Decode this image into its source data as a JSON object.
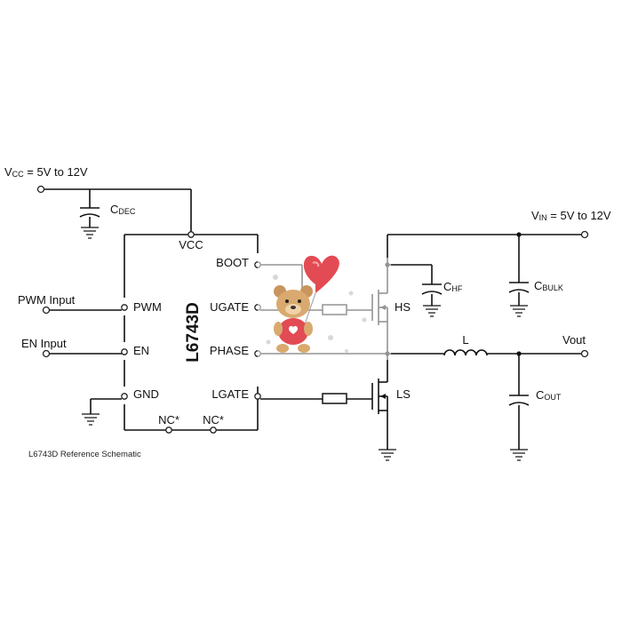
{
  "supply": {
    "vcc_main": "V",
    "vcc_sub": "CC",
    "vcc_rest": " = 5V to 12V",
    "vin_main": "V",
    "vin_sub": "IN",
    "vin_rest": " = 5V to 12V"
  },
  "chip": {
    "name": "L6743D",
    "pins": {
      "vcc": "VCC",
      "boot": "BOOT",
      "ugate": "UGATE",
      "phase": "PHASE",
      "lgate": "LGATE",
      "pwm": "PWM",
      "en": "EN",
      "gnd": "GND",
      "nc1": "NC*",
      "nc2": "NC*"
    }
  },
  "inputs": {
    "pwm": "PWM Input",
    "en": "EN Input"
  },
  "components": {
    "cdec_main": "C",
    "cdec_sub": "DEC",
    "chf_main": "C",
    "chf_sub": "HF",
    "cbulk_main": "C",
    "cbulk_sub": "BULK",
    "cout_main": "C",
    "cout_sub": "OUT",
    "inductor": "L",
    "hs": "HS",
    "ls": "LS"
  },
  "output": {
    "vout": "Vout"
  },
  "caption": "L6743D Reference Schematic"
}
